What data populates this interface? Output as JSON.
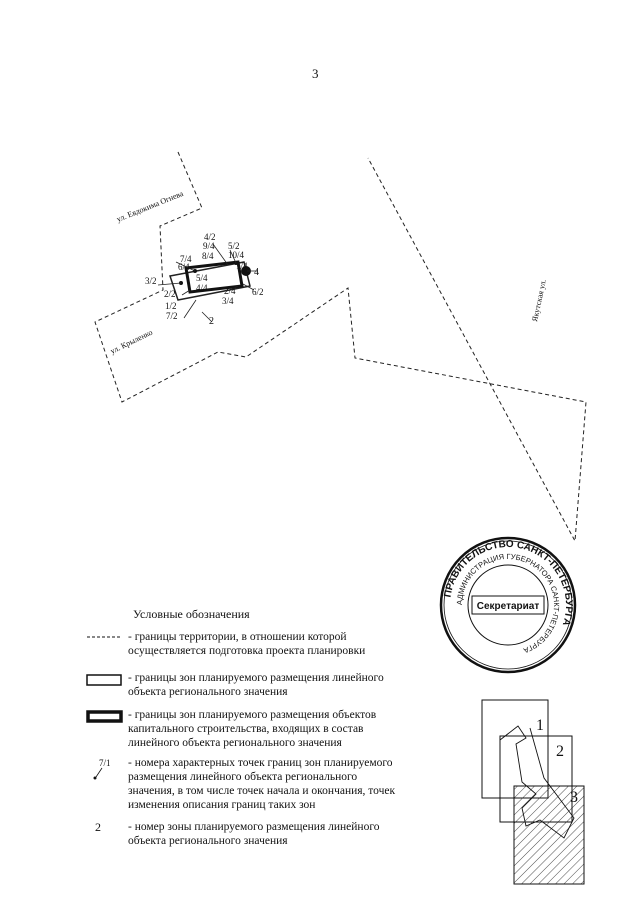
{
  "page": {
    "number": "3"
  },
  "streets": {
    "evdokimov": "ул. Евдокима Огнева",
    "krylenko": "ул. Крыленко",
    "yakutskaya": "Якутская ул."
  },
  "points": {
    "p4_2": "4/2",
    "p9_4": "9/4",
    "p8_4": "8/4",
    "p5_2": "5/2",
    "p10_4": "10/4",
    "p7_4": "7/4",
    "p6_4": "6/4",
    "p1_4": "1/4",
    "p4": "4",
    "p3_2": "3/2",
    "p5_4": "5/4",
    "p4_4": "4/4",
    "p2_2": "2/2",
    "p2_4": "2/4",
    "p3_4": "3/4",
    "p6_2": "6/2",
    "p1_2": "1/2",
    "p7_2": "7/2",
    "p2": "2"
  },
  "legend": {
    "title": "Условные обозначения",
    "items": [
      {
        "line1": "- границы территории, в отношении которой",
        "line2": "осуществляется подготовка проекта планировки"
      },
      {
        "line1": "- границы зон планируемого размещения линейного",
        "line2": "объекта регионального значения"
      },
      {
        "line1": "- границы зон планируемого размещения объектов",
        "line2": "капитального строительства, входящих в состав",
        "line3": "линейного объекта регионального значения"
      },
      {
        "line1": "- номера характерных точек границ зон планируемого",
        "line2": "размещения линейного объекта регионального",
        "line3": "значения, в том числе точек начала и окончания, точек",
        "line4": "изменения описания границ таких зон",
        "sample": "7/1"
      },
      {
        "line1": "- номер зоны планируемого размещения линейного",
        "line2": "объекта регионального значения",
        "sample": "2"
      }
    ]
  },
  "stamp": {
    "outer_ring": "ПРАВИТЕЛЬСТВО САНКТ-ПЕТЕРБУРГА",
    "inner_ring": "АДМИНИСТРАЦИЯ ГУБЕРНАТОРА САНКТ-ПЕТЕРБУРГА",
    "center": "Секретариат"
  },
  "overview": {
    "sheet1": "1",
    "sheet2": "2",
    "sheet3": "3"
  }
}
